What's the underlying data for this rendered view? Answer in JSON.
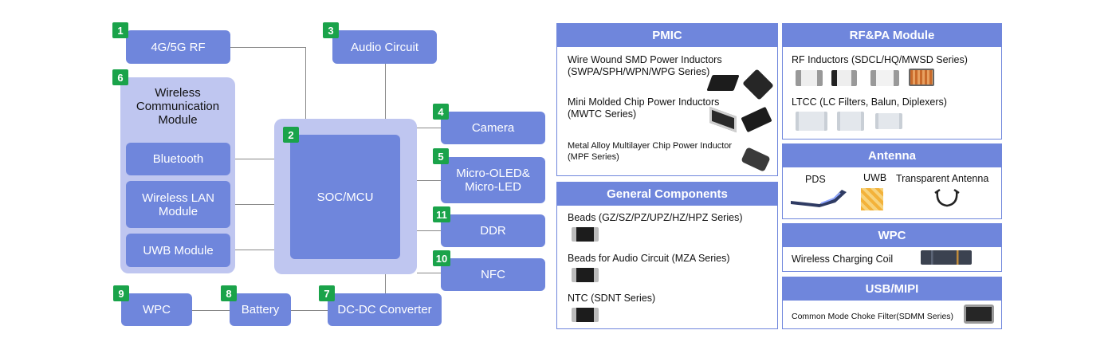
{
  "diagram": {
    "rf": {
      "num": "1",
      "label": "4G/5G RF"
    },
    "soc": {
      "num": "2",
      "label": "SOC/MCU"
    },
    "audio": {
      "num": "3",
      "label": "Audio Circuit"
    },
    "camera": {
      "num": "4",
      "label": "Camera"
    },
    "microoled": {
      "num": "5",
      "label_l1": "Micro-OLED&",
      "label_l2": "Micro-LED"
    },
    "wireless": {
      "num": "6",
      "title_l1": "Wireless",
      "title_l2": "Communication",
      "title_l3": "Module",
      "bluetooth": "Bluetooth",
      "wlan_l1": "Wireless LAN",
      "wlan_l2": "Module",
      "uwb": "UWB Module"
    },
    "dcdc": {
      "num": "7",
      "label": "DC-DC Converter"
    },
    "battery": {
      "num": "8",
      "label": "Battery"
    },
    "wpc": {
      "num": "9",
      "label": "WPC"
    },
    "nfc": {
      "num": "10",
      "label": "NFC"
    },
    "ddr": {
      "num": "11",
      "label": "DDR"
    }
  },
  "panels": {
    "pmic": {
      "title": "PMIC",
      "items": [
        {
          "l1": "Wire Wound SMD Power Inductors",
          "l2": "(SWPA/SPH/WPN/WPG Series)"
        },
        {
          "l1": "Mini Molded Chip Power Inductors",
          "l2": "(MWTC Series)"
        },
        {
          "l1": "Metal Alloy Multilayer Chip Power Inductor",
          "l2": "(MPF Series)"
        }
      ]
    },
    "general": {
      "title": "General Components",
      "items": [
        "Beads (GZ/SZ/PZ/UPZ/HZ/HPZ Series)",
        "Beads for Audio Circuit (MZA Series)",
        "NTC (SDNT Series)"
      ]
    },
    "rfpa": {
      "title": "RF&PA Module",
      "items": [
        "RF Inductors (SDCL/HQ/MWSD Series)",
        "LTCC (LC Filters, Balun, Diplexers)"
      ]
    },
    "antenna": {
      "title": "Antenna",
      "items": [
        "PDS",
        "UWB",
        "Transparent Antenna"
      ]
    },
    "wpc": {
      "title": "WPC",
      "item": "Wireless Charging Coil"
    },
    "usb": {
      "title": "USB/MIPI",
      "item": "Common Mode Choke Filter(SDMM Series)"
    }
  },
  "colors": {
    "block": "#6f86dc",
    "light": "#bfc6f0",
    "badge": "#1aa34a",
    "line": "#888888"
  }
}
